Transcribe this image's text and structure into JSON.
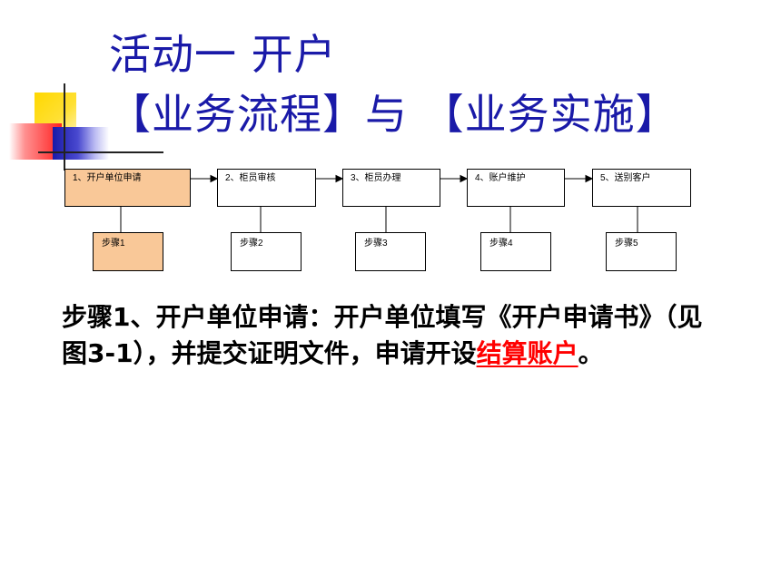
{
  "title": {
    "line1": "活动一  开户",
    "line2": "【业务流程】与 【业务实施】"
  },
  "flow": {
    "stages": [
      {
        "label": "1、开户单位申请"
      },
      {
        "label": "2、柜员审核"
      },
      {
        "label": "3、柜员办理"
      },
      {
        "label": "4、账户维护"
      },
      {
        "label": "5、送别客户"
      }
    ],
    "steps": [
      {
        "label": "步骤1"
      },
      {
        "label": "步骤2"
      },
      {
        "label": "步骤3"
      },
      {
        "label": "步骤4"
      },
      {
        "label": "步骤5"
      }
    ],
    "highlight_color": "#f9c898"
  },
  "body": {
    "before_link": "步骤1、开户单位申请：开户单位填写《开户申请书》（见图3-1），并提交证明文件，申请开设",
    "link_text": "结算账户",
    "after_link": "。"
  },
  "colors": {
    "title": "#1a1aa8",
    "link": "#ff0000"
  }
}
